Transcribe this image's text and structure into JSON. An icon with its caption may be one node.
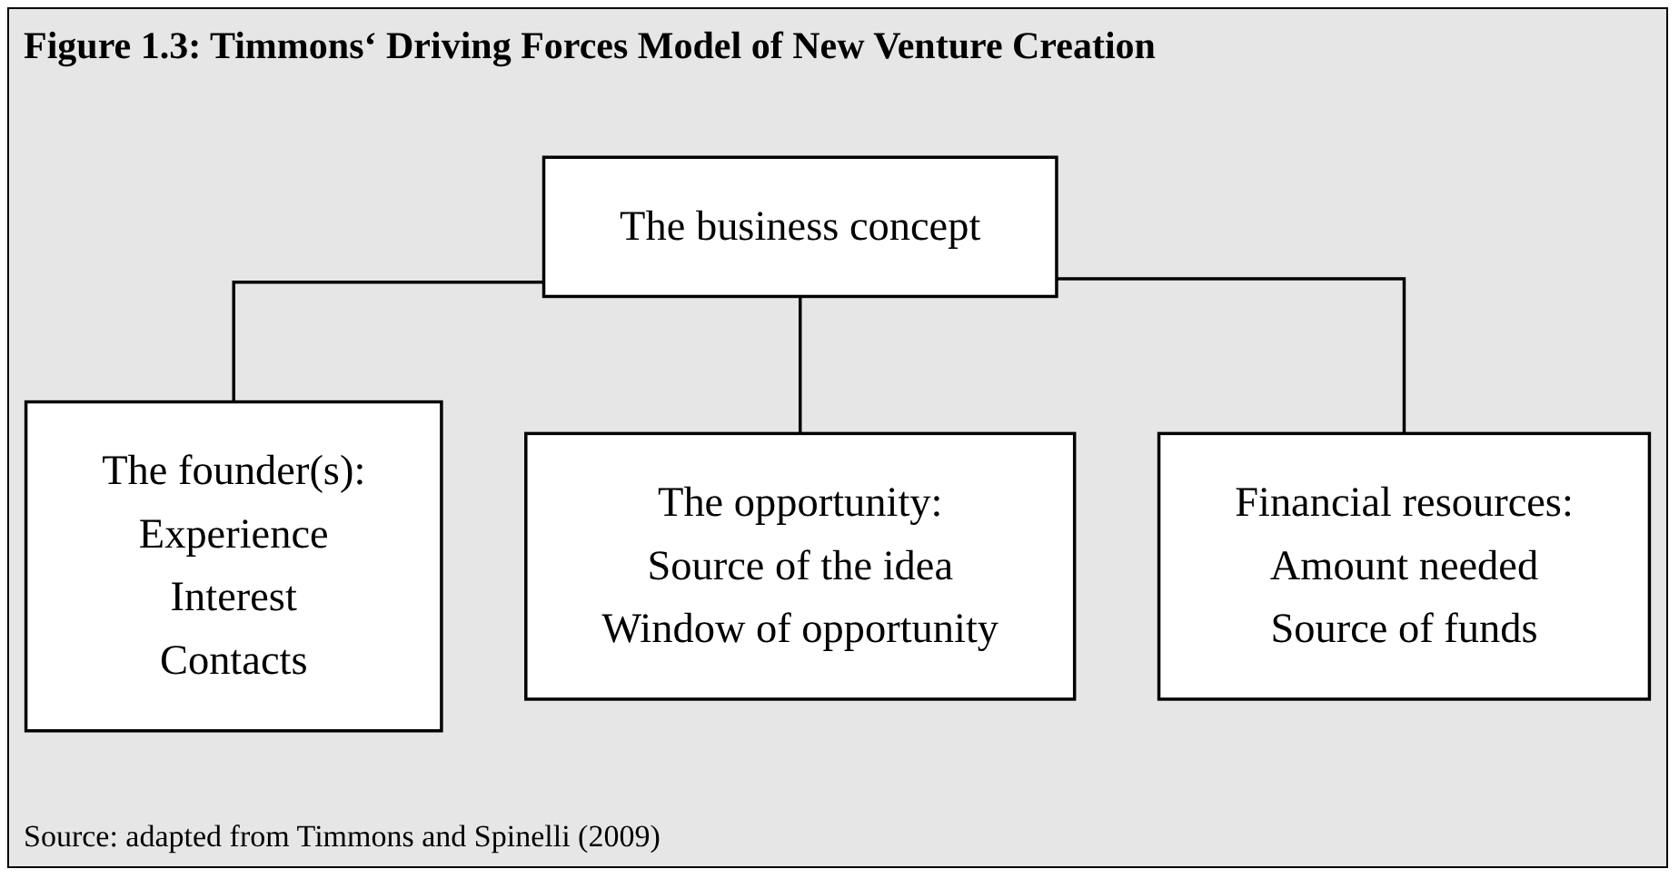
{
  "diagram": {
    "title": "Figure 1.3: Timmons‘  Driving Forces Model of New Venture Creation",
    "nodes": [
      {
        "text": [
          "The business concept"
        ]
      },
      {
        "text": [
          "The founder(s):",
          "Experience",
          "Interest",
          "Contacts"
        ]
      },
      {
        "text": [
          "The opportunity:",
          "Source of the idea",
          "Window of opportunity"
        ]
      },
      {
        "text": [
          "Financial resources:",
          "Amount needed",
          "Source of funds"
        ]
      }
    ],
    "edges": [
      {
        "from": 0,
        "to": 1,
        "arrow": "none"
      },
      {
        "from": 0,
        "to": 2,
        "arrow": "none"
      },
      {
        "from": 0,
        "to": 3,
        "arrow": "none"
      }
    ],
    "caption": "Source: adapted from Timmons and Spinelli (2009)"
  }
}
